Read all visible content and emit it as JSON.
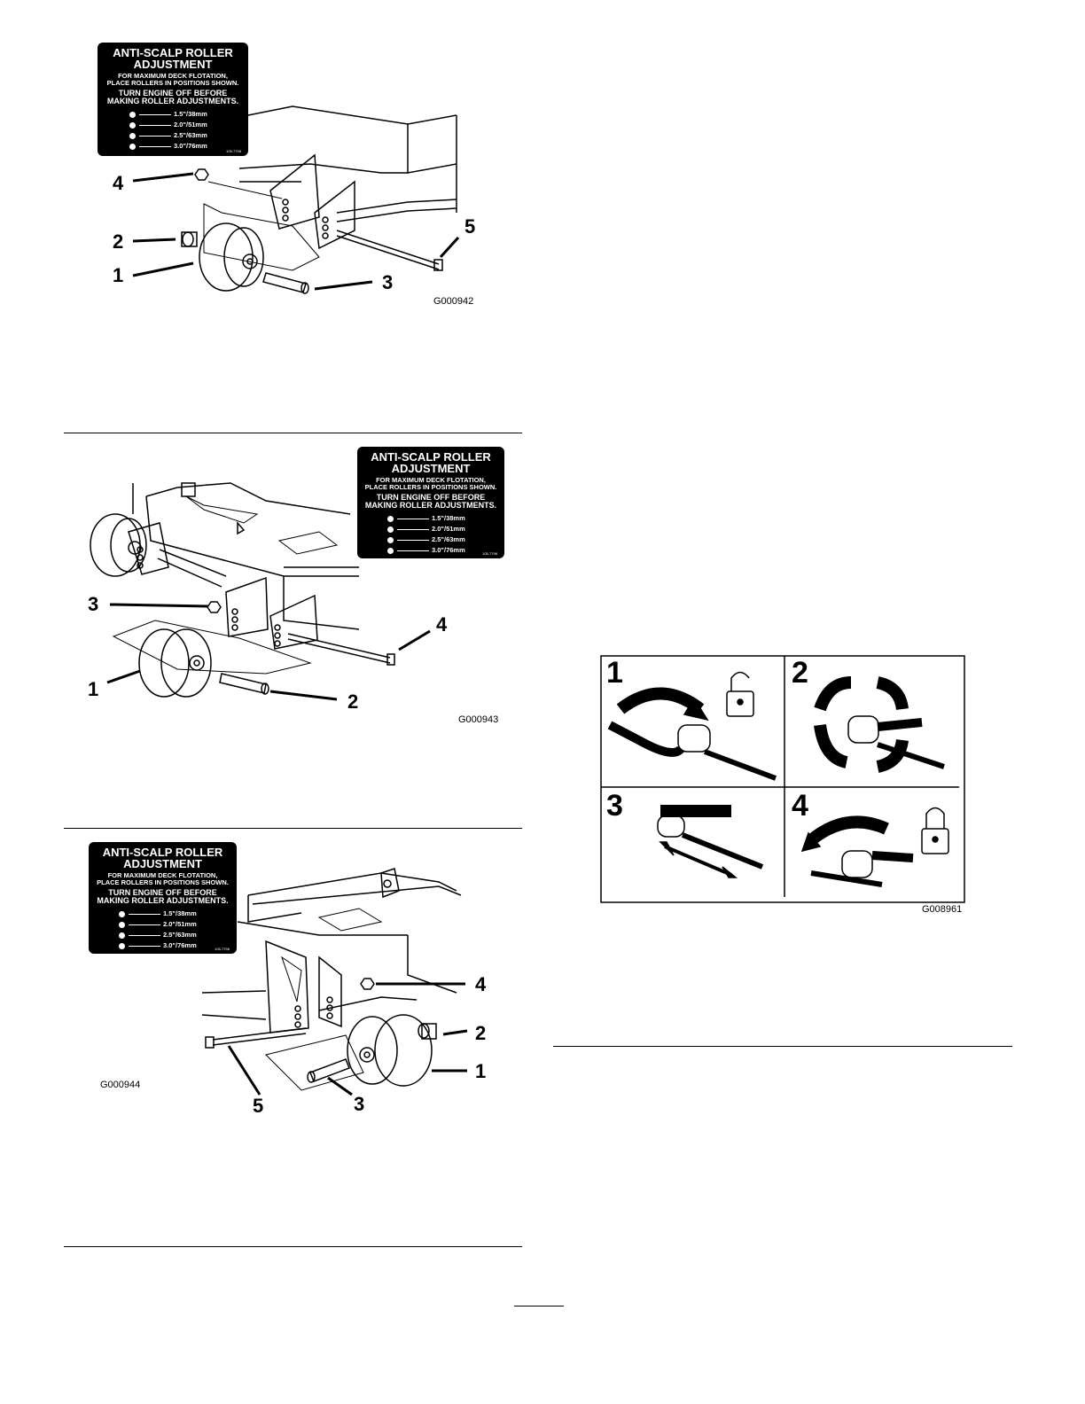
{
  "decal": {
    "title_line1": "ANTI-SCALP ROLLER",
    "title_line2": "ADJUSTMENT",
    "note_line1": "FOR MAXIMUM DECK FLOTATION,",
    "note_line2": "PLACE ROLLERS IN POSITIONS SHOWN.",
    "warn_line1": "TURN ENGINE OFF BEFORE",
    "warn_line2": "MAKING ROLLER ADJUSTMENTS.",
    "heights": [
      "1.5\"/38mm",
      "2.0\"/51mm",
      "2.5\"/63mm",
      "3.0\"/76mm"
    ],
    "part_code": "105-7798"
  },
  "figure1": {
    "code": "G000942",
    "callouts": [
      "4",
      "2",
      "1",
      "5",
      "3"
    ]
  },
  "figure2": {
    "code": "G000943",
    "callouts": [
      "3",
      "4",
      "1",
      "2"
    ]
  },
  "figure3": {
    "code": "G000944",
    "callouts": [
      "4",
      "2",
      "1",
      "5",
      "3"
    ]
  },
  "figure4": {
    "code": "G008961",
    "steps": [
      "1",
      "2",
      "3",
      "4"
    ]
  }
}
